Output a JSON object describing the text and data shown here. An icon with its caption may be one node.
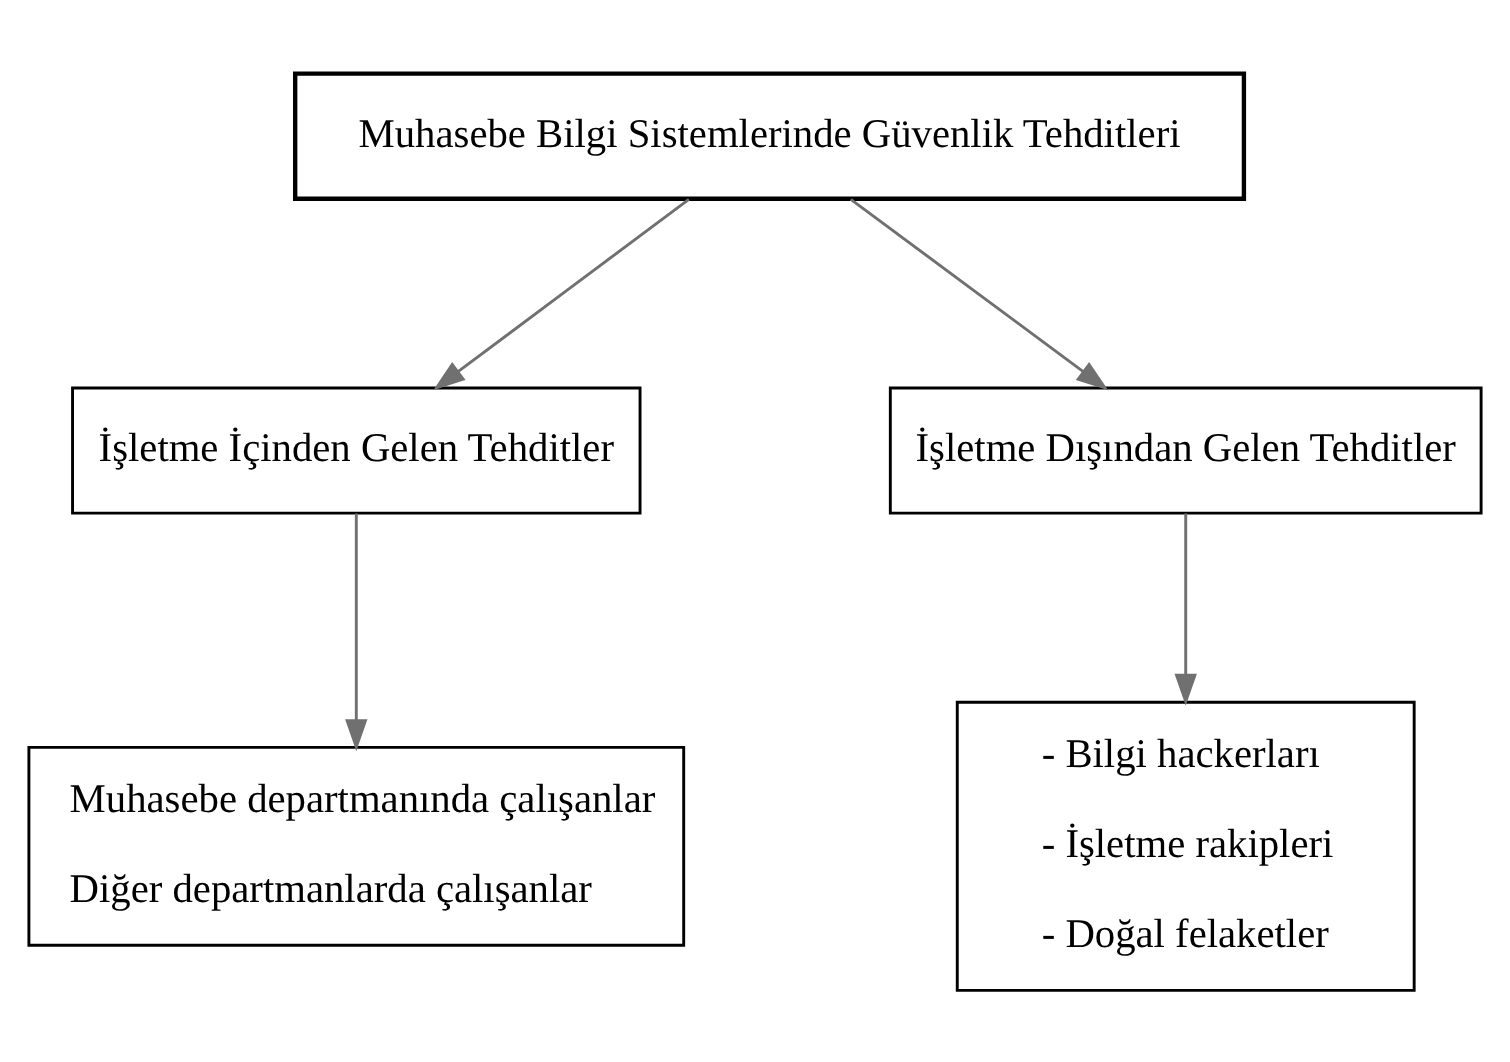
{
  "diagram": {
    "nodes": [
      {
        "text": [
          "Muhasebe Bilgi Sistemlerinde Güvenlik Tehditleri"
        ]
      },
      {
        "text": [
          "İşletme İçinden Gelen Tehditler"
        ]
      },
      {
        "text": [
          "İşletme Dışından Gelen Tehditler"
        ]
      },
      {
        "text": [
          "Muhasebe departmanında çalışanlar",
          "Diğer departmanlarda çalışanlar"
        ]
      },
      {
        "text": [
          "- Bilgi hackerları",
          "- İşletme rakipleri",
          "- Doğal felaketler"
        ]
      }
    ],
    "edges": [
      {
        "from": 0,
        "to": 1,
        "arrow": "to"
      },
      {
        "from": 0,
        "to": 2,
        "arrow": "to"
      },
      {
        "from": 1,
        "to": 3,
        "arrow": "to"
      },
      {
        "from": 2,
        "to": 4,
        "arrow": "to"
      }
    ]
  }
}
